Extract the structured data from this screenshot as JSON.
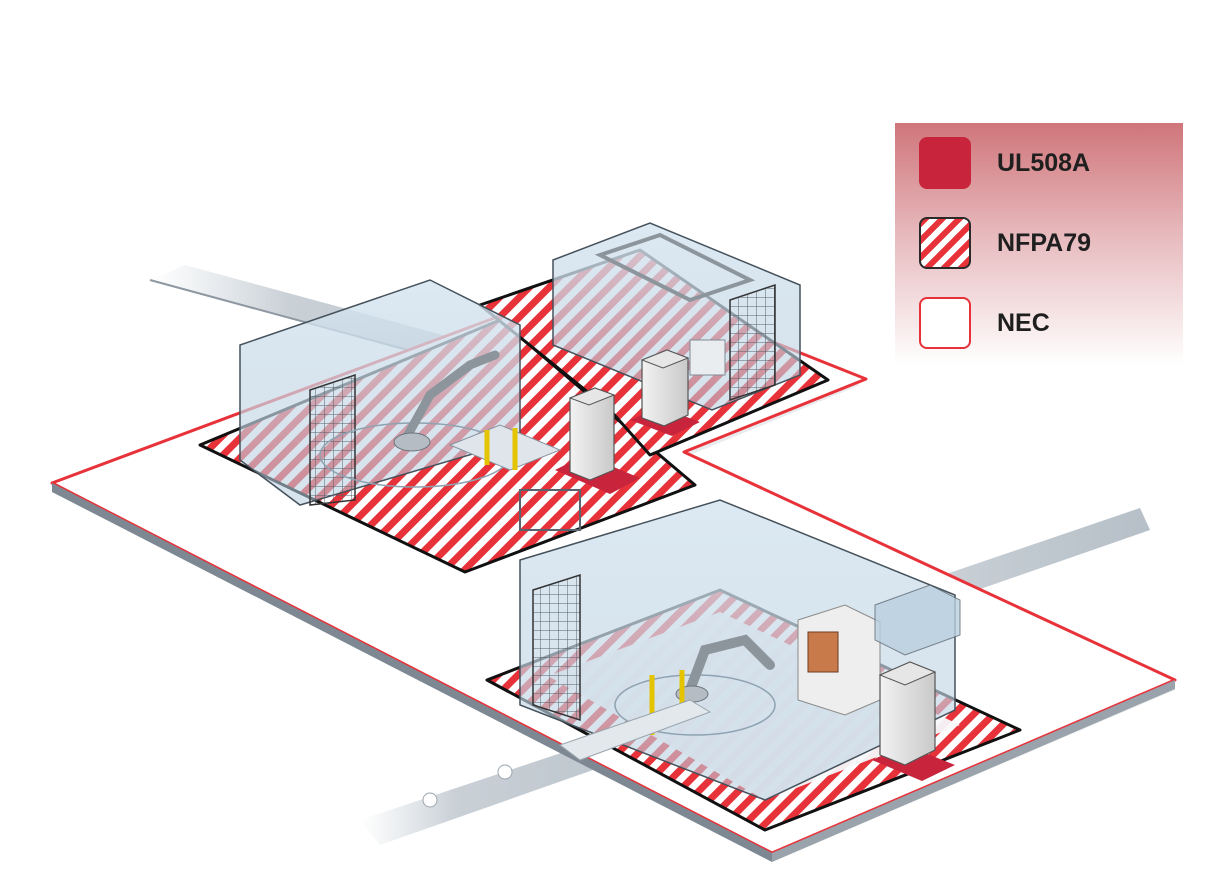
{
  "legend": {
    "items": [
      {
        "label": "UL508A",
        "style": "solid",
        "color": "#c8253d"
      },
      {
        "label": "NFPA79",
        "style": "hatched",
        "color": "#e8323a"
      },
      {
        "label": "NEC",
        "style": "outline",
        "color": "#e8323a"
      }
    ]
  },
  "colors": {
    "nec_boundary": "#e8323a",
    "ul508a_fill": "#c8253d",
    "hatch_red": "#e8323a",
    "cell_glass": "#c9dbe8",
    "floor": "#ffffff"
  }
}
